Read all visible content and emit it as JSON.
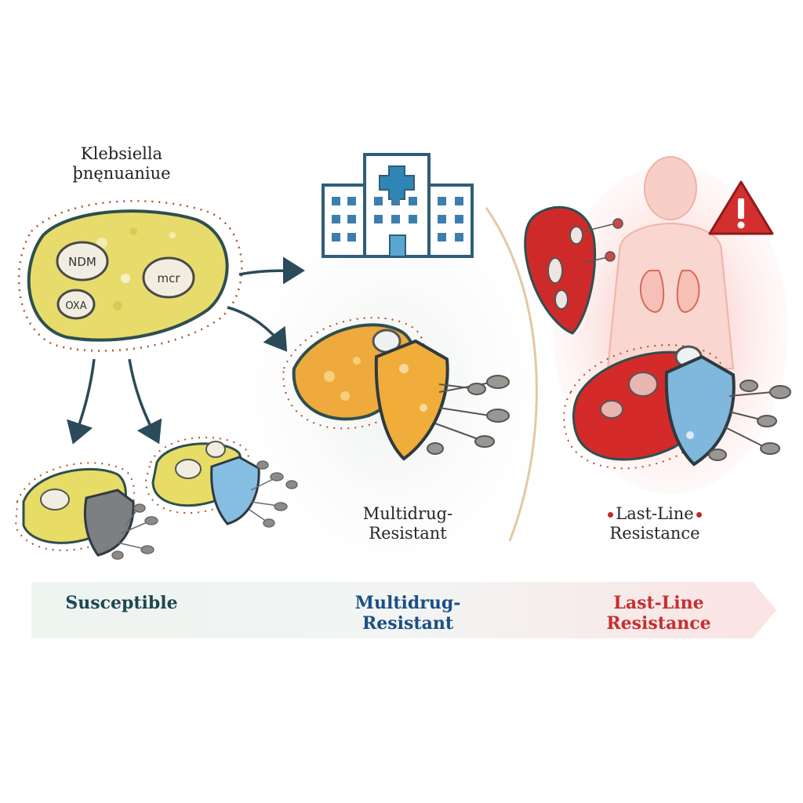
{
  "organism": {
    "line1": "Klebsiella",
    "line2": "þnęnuaniue"
  },
  "genes": {
    "ndm": "NDM",
    "mcr": "mcr",
    "oxa": "OXA"
  },
  "stages": {
    "mid_label_line1": "Multidrug-",
    "mid_label_line2": "Resistant",
    "right_label_line1": "Last-Line",
    "right_label_line2": "Resistance"
  },
  "progress_bar": {
    "susceptible": "Susceptible",
    "multidrug_line1": "Multidrug-",
    "multidrug_line2": "Resistant",
    "lastline_line1": "Last-Line",
    "lastline_line2": "Resistance"
  },
  "icons": [
    "hospital-icon",
    "warning-triangle-icon",
    "human-body-icon",
    "shield-icon",
    "arrow-icon"
  ],
  "colors": {
    "susceptible_bacteria": "#e8dc6a",
    "mdr_bacteria": "#eeaa3c",
    "lastline_bacteria": "#d42a2a",
    "shield_blue": "#7fb7dd",
    "shield_gray": "#7d7f83",
    "warning_red": "#d32f2f",
    "hospital_blue": "#2f5d7a"
  }
}
